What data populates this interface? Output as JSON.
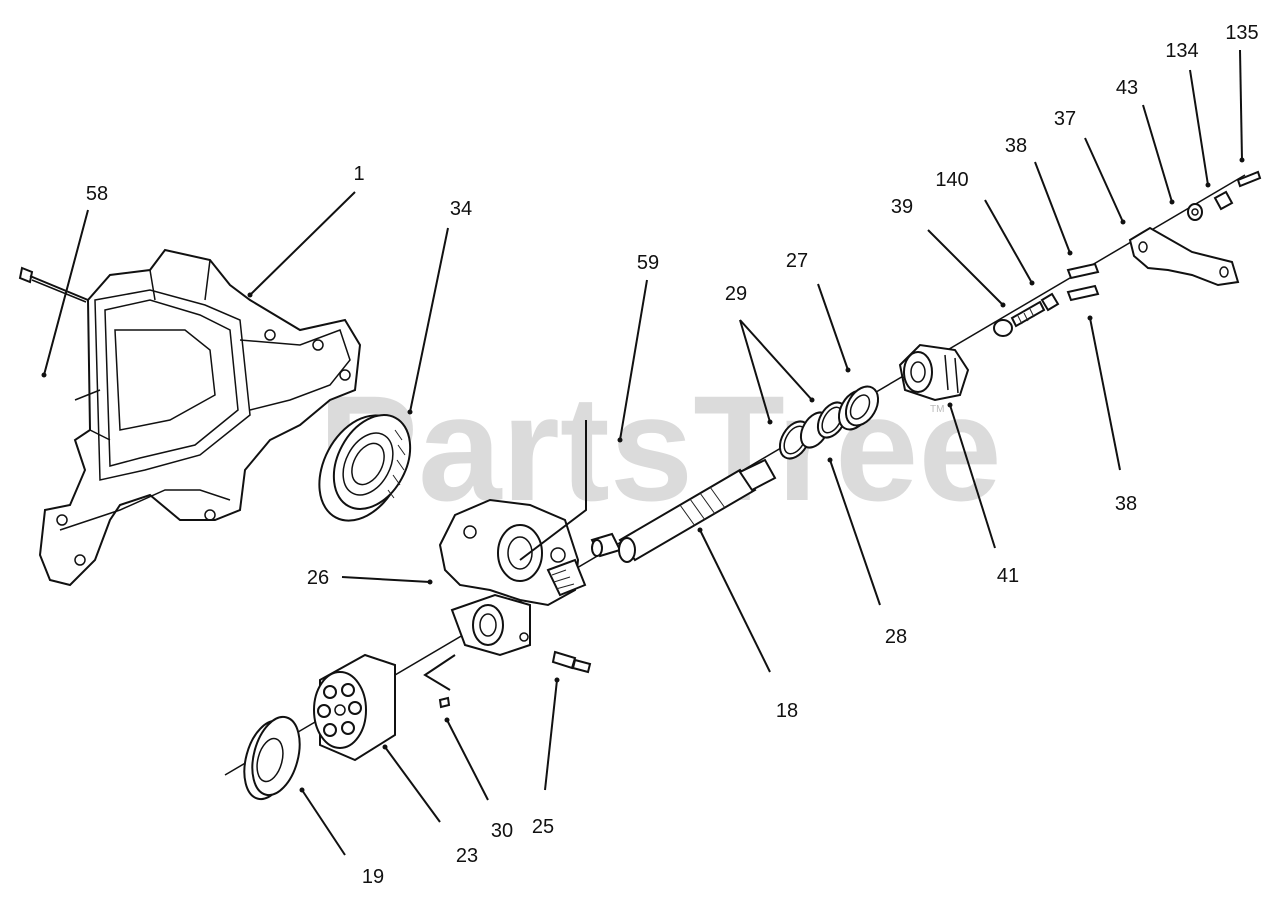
{
  "watermark": {
    "text": "PartsTree",
    "tm": "TM"
  },
  "callouts": [
    {
      "id": "1",
      "text": "1"
    },
    {
      "id": "58",
      "text": "58"
    },
    {
      "id": "34",
      "text": "34"
    },
    {
      "id": "59",
      "text": "59"
    },
    {
      "id": "29",
      "text": "29"
    },
    {
      "id": "27",
      "text": "27"
    },
    {
      "id": "39",
      "text": "39"
    },
    {
      "id": "140",
      "text": "140"
    },
    {
      "id": "38a",
      "text": "38"
    },
    {
      "id": "37",
      "text": "37"
    },
    {
      "id": "43",
      "text": "43"
    },
    {
      "id": "134",
      "text": "134"
    },
    {
      "id": "135",
      "text": "135"
    },
    {
      "id": "38b",
      "text": "38"
    },
    {
      "id": "41",
      "text": "41"
    },
    {
      "id": "28",
      "text": "28"
    },
    {
      "id": "18",
      "text": "18"
    },
    {
      "id": "26",
      "text": "26"
    },
    {
      "id": "25",
      "text": "25"
    },
    {
      "id": "30",
      "text": "30"
    },
    {
      "id": "23",
      "text": "23"
    },
    {
      "id": "19",
      "text": "19"
    }
  ]
}
